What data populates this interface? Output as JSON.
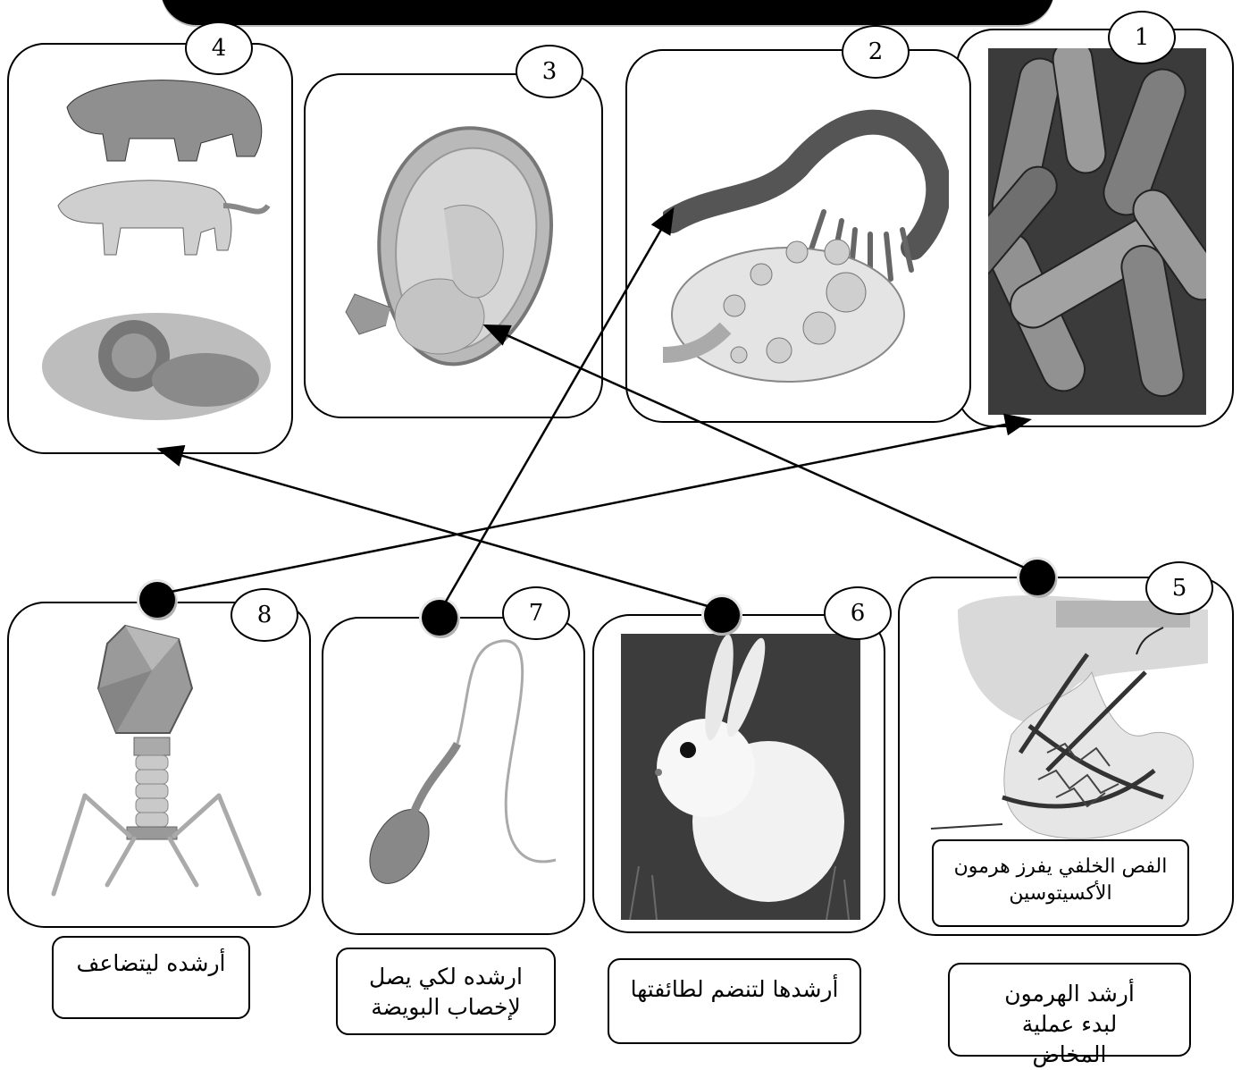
{
  "panels": {
    "p1": {
      "number": "1",
      "subject": "bacteria"
    },
    "p2": {
      "number": "2",
      "subject": "ovary-and-fallopian-tube"
    },
    "p3": {
      "number": "3",
      "subject": "fetus-in-uterus"
    },
    "p4": {
      "number": "4",
      "subject": "bear-cougar-lion"
    },
    "p5": {
      "number": "5",
      "subject": "pituitary-gland",
      "callout": "الفص الخلفي يفرز هرمون الأكسيتوسين"
    },
    "p6": {
      "number": "6",
      "subject": "rabbit"
    },
    "p7": {
      "number": "7",
      "subject": "sperm-cell"
    },
    "p8": {
      "number": "8",
      "subject": "bacteriophage"
    }
  },
  "labels": {
    "l5": "أرشد الهرمون لبدء عملية المخاض",
    "l6": "أرشدها لتنضم لطائفتها",
    "l7": "ارشده لكي يصل لإخصاب البويضة",
    "l8": "أرشده ليتضاعف"
  },
  "connections": [
    {
      "from": "5",
      "to": "3"
    },
    {
      "from": "6",
      "to": "4"
    },
    {
      "from": "7",
      "to": "2"
    },
    {
      "from": "8",
      "to": "1"
    }
  ],
  "colors": {
    "line": "#000000",
    "dot_shadow": "#b0b0b0"
  }
}
